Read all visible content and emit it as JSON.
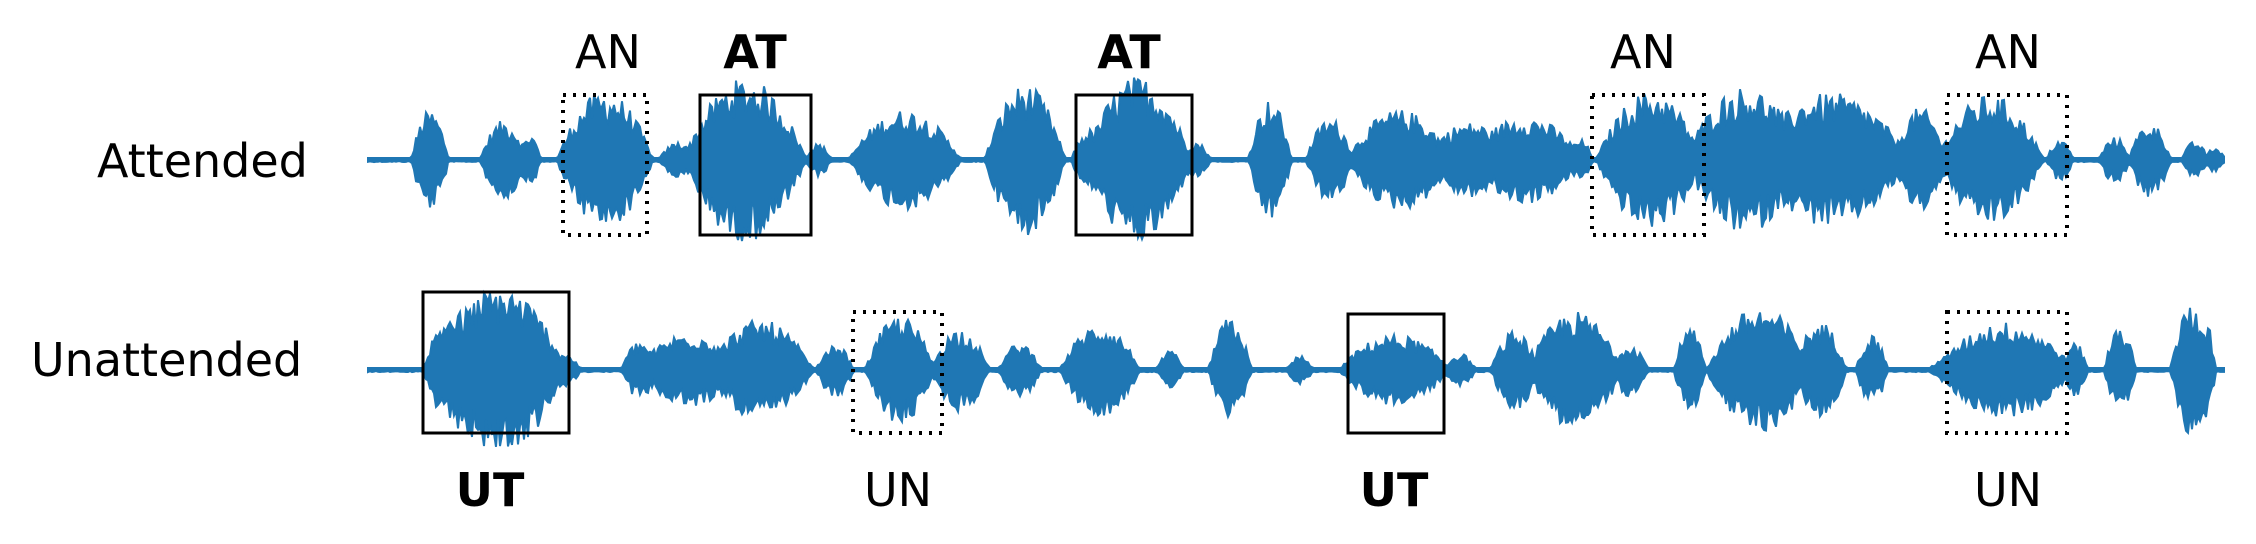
{
  "rows": [
    {
      "id": "attended",
      "label": "Attended"
    },
    {
      "id": "unattended",
      "label": "Unattended"
    }
  ],
  "waveform_color": "#1f77b4",
  "segments": {
    "attended": [
      {
        "label": "AN",
        "kind": "non-target",
        "style": "dotted",
        "bold": false
      },
      {
        "label": "AT",
        "kind": "target",
        "style": "solid",
        "bold": true
      },
      {
        "label": "AT",
        "kind": "target",
        "style": "solid",
        "bold": true
      },
      {
        "label": "AN",
        "kind": "non-target",
        "style": "dotted",
        "bold": false
      },
      {
        "label": "AN",
        "kind": "non-target",
        "style": "dotted",
        "bold": false
      }
    ],
    "unattended": [
      {
        "label": "UT",
        "kind": "target",
        "style": "solid",
        "bold": true
      },
      {
        "label": "UN",
        "kind": "non-target",
        "style": "dotted",
        "bold": false
      },
      {
        "label": "UT",
        "kind": "target",
        "style": "solid",
        "bold": true
      },
      {
        "label": "UN",
        "kind": "non-target",
        "style": "dotted",
        "bold": false
      }
    ]
  }
}
